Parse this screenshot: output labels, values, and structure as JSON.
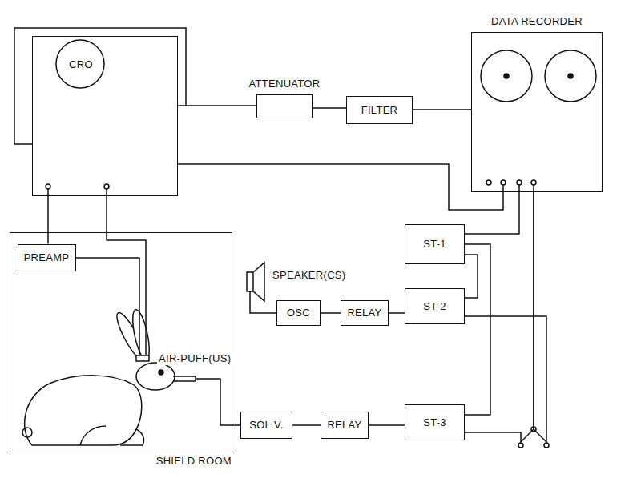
{
  "diagram": {
    "nodes": [
      {
        "text": [
          "CRO"
        ]
      },
      {
        "text": [
          "ATTENUATOR"
        ]
      },
      {
        "text": [
          "FILTER"
        ]
      },
      {
        "text": [
          "DATA RECORDER"
        ]
      },
      {
        "text": [
          "SHIELD ROOM"
        ]
      },
      {
        "text": [
          "PREAMP"
        ],
        "in": 4
      },
      {
        "text": [
          "OSC"
        ]
      },
      {
        "text": [
          "RELAY"
        ]
      },
      {
        "text": [
          "ST-1"
        ]
      },
      {
        "text": [
          "ST-2"
        ]
      },
      {
        "text": [
          "SOL.V."
        ]
      },
      {
        "text": [
          "RELAY"
        ]
      },
      {
        "text": [
          "ST-3"
        ]
      }
    ],
    "edges": [
      {
        "from": 0,
        "to": 1,
        "arrow": "none"
      },
      {
        "from": 1,
        "to": 2,
        "arrow": "none"
      },
      {
        "from": 2,
        "to": 3,
        "arrow": "none"
      },
      {
        "from": 0,
        "to": 3,
        "arrow": "none"
      },
      {
        "from": 0,
        "to": 5,
        "arrow": "none"
      },
      {
        "from": 6,
        "to": 7,
        "arrow": "none"
      },
      {
        "from": 7,
        "to": 9,
        "arrow": "none"
      },
      {
        "from": 10,
        "to": 11,
        "arrow": "none"
      },
      {
        "from": 11,
        "to": 12,
        "arrow": "none"
      },
      {
        "from": 8,
        "to": 3,
        "arrow": "none"
      },
      {
        "from": 8,
        "to": 9,
        "arrow": "none"
      },
      {
        "from": 8,
        "to": 12,
        "arrow": "none"
      },
      {
        "from": 9,
        "to": 3,
        "arrow": "none"
      },
      {
        "from": 12,
        "to": 3,
        "arrow": "none"
      }
    ],
    "labels": [
      "SPEAKER(CS)",
      "AIR-PUFF(US)"
    ]
  }
}
